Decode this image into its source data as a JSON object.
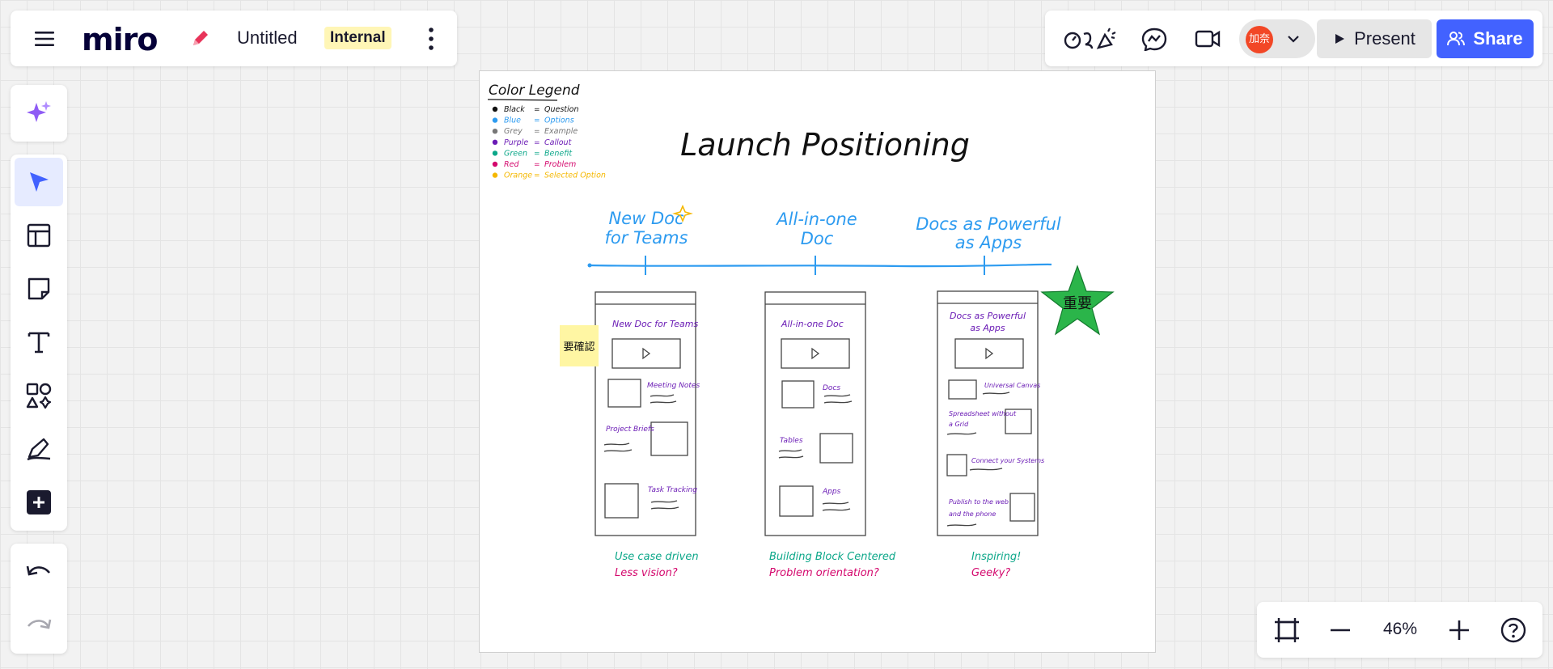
{
  "header": {
    "logo": "miro",
    "board_title": "Untitled",
    "badge": "Internal",
    "present_label": "Present",
    "share_label": "Share",
    "avatar_text": "加奈"
  },
  "toolbar": {
    "zoom": "46%"
  },
  "board": {
    "title": "Launch Positioning",
    "legend_title": "Color Legend",
    "legend": [
      {
        "color_name": "Black",
        "meaning": "Question",
        "color": "#111111"
      },
      {
        "color_name": "Blue",
        "meaning": "Options",
        "color": "#2d9bf0"
      },
      {
        "color_name": "Grey",
        "meaning": "Example",
        "color": "#777777"
      },
      {
        "color_name": "Purple",
        "meaning": "Callout",
        "color": "#6a1bb5"
      },
      {
        "color_name": "Green",
        "meaning": "Benefit",
        "color": "#0ca789"
      },
      {
        "color_name": "Red",
        "meaning": "Problem",
        "color": "#d4086d"
      },
      {
        "color_name": "Orange",
        "meaning": "Selected Option",
        "color": "#f5b800"
      }
    ],
    "options": [
      {
        "line1": "New Doc",
        "line2": "for Teams"
      },
      {
        "line1": "All-in-one",
        "line2": "Doc"
      },
      {
        "line1": "Docs as Powerful",
        "line2": "as Apps"
      }
    ],
    "mockups": [
      {
        "title": "New Doc for Teams",
        "labels": [
          "Meeting Notes",
          "Project Briefs",
          "Task Tracking"
        ],
        "benefit": "Use case driven",
        "problem": "Less vision?"
      },
      {
        "title": "All-in-one Doc",
        "labels": [
          "Docs",
          "Tables",
          "Apps"
        ],
        "benefit": "Building Block Centered",
        "problem": "Problem orientation?"
      },
      {
        "title_line1": "Docs as Powerful",
        "title_line2": "as Apps",
        "labels": [
          "Universal Canvas",
          "Spreadsheet without",
          "a Grid",
          "Connect your Systems",
          "Publish to the web",
          "and the phone"
        ],
        "benefit": "Inspiring!",
        "problem": "Geeky?"
      }
    ],
    "sticky_note": "要確認",
    "star_label": "重要",
    "colors": {
      "blue": "#2d9bf0",
      "purple": "#6a1bb5",
      "green": "#0ca789",
      "red": "#d4086d",
      "sticky": "#fff6a3",
      "star": "#2bb54a",
      "accent": "#4262ff"
    }
  }
}
